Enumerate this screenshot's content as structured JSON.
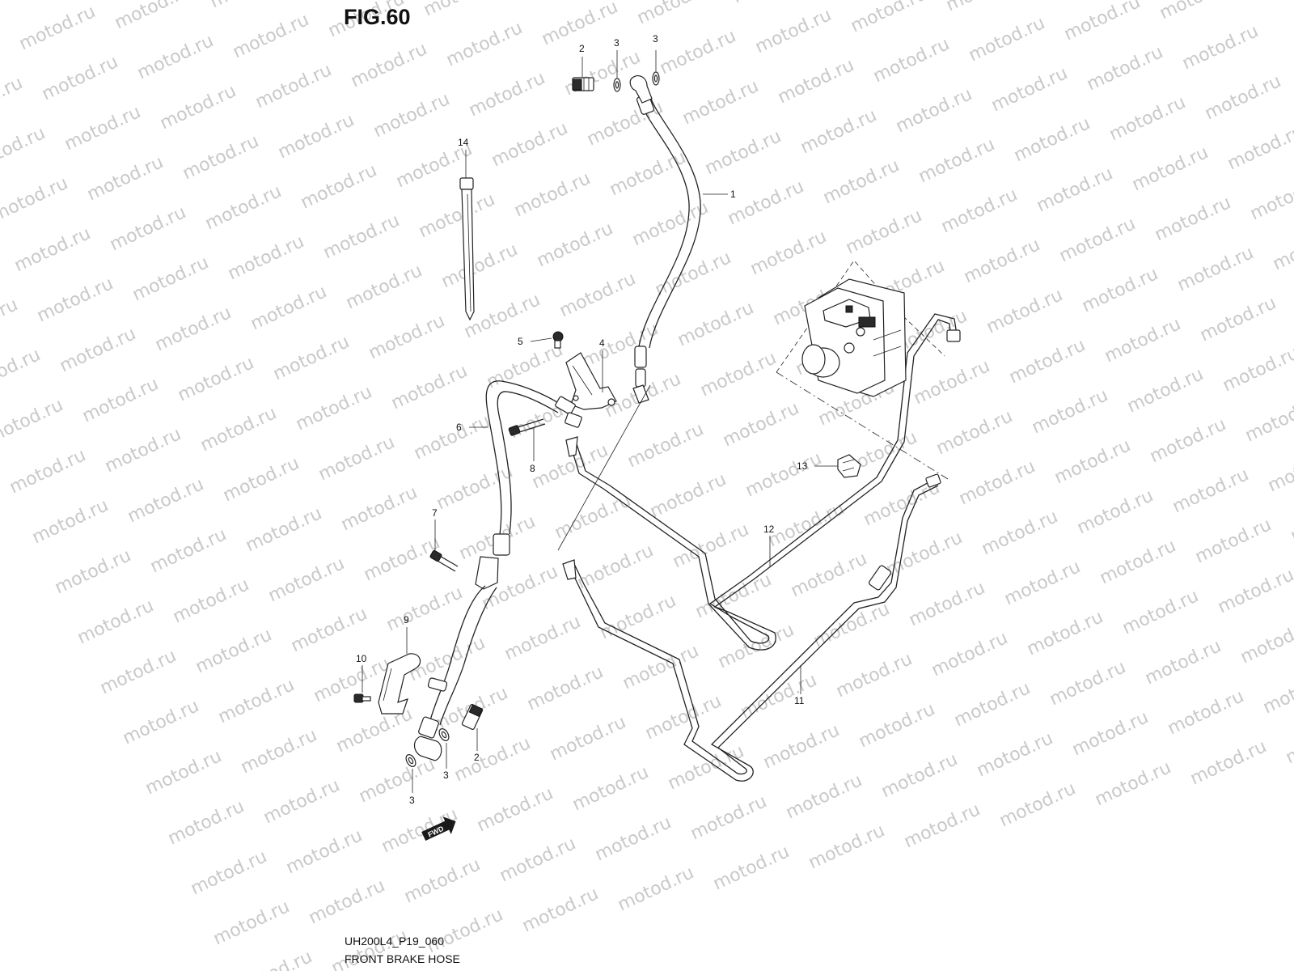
{
  "figure": {
    "title": "FIG.60",
    "code": "UH200L4_P19_060",
    "caption": "FRONT BRAKE HOSE"
  },
  "watermark": {
    "text": "motod.ru"
  },
  "fwd_label": "FWD",
  "callouts": {
    "c1": "1",
    "c2_top": "2",
    "c2_bottom": "2",
    "c3_top_a": "3",
    "c3_top_b": "3",
    "c3_bottom_a": "3",
    "c3_bottom_b": "3",
    "c4": "4",
    "c5": "5",
    "c6": "6",
    "c7": "7",
    "c8": "8",
    "c9": "9",
    "c10": "10",
    "c11": "11",
    "c12": "12",
    "c13": "13",
    "c14": "14"
  },
  "icons": {
    "abs_unit": "abs-hydraulic-unit-icon",
    "union_bolt": "union-bolt-icon",
    "washer": "washer-icon",
    "cable_tie": "cable-tie-icon",
    "clamp": "clamp-icon",
    "fwd_arrow": "fwd-arrow-icon"
  }
}
